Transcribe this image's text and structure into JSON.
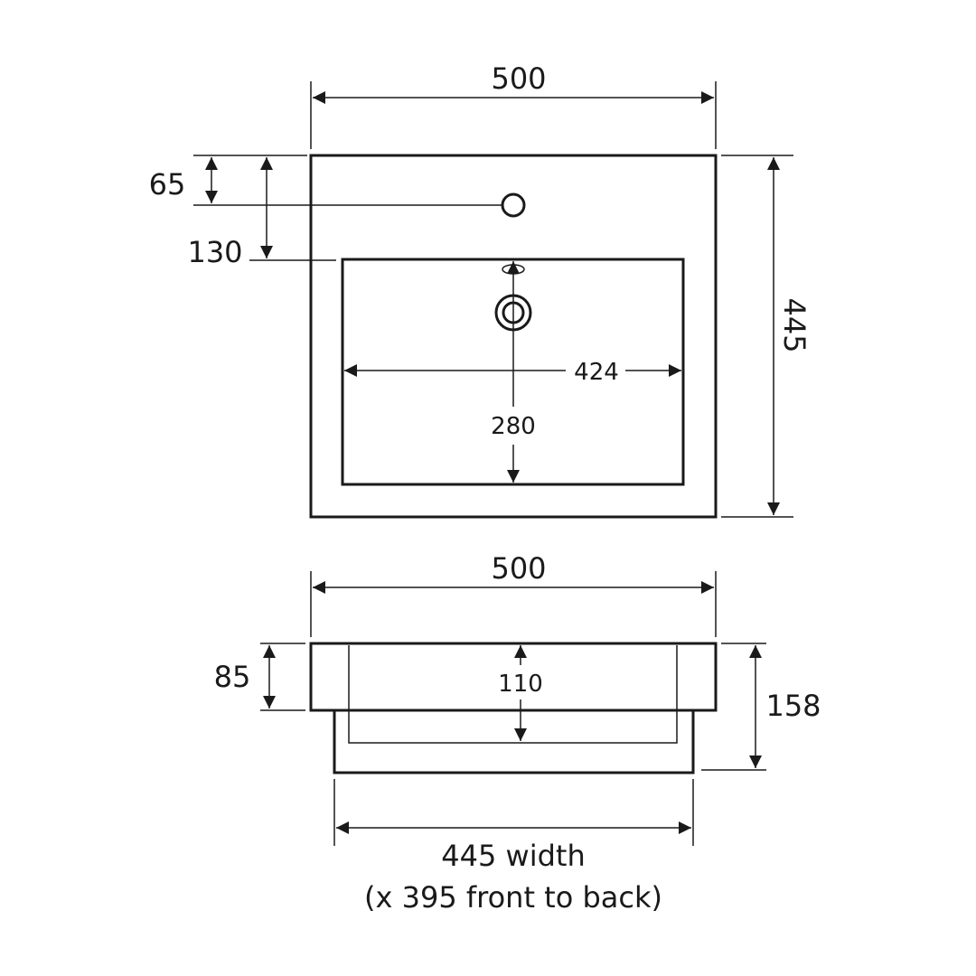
{
  "top_view": {
    "width_label": "500",
    "depth_label": "445",
    "tap_offset_label": "65",
    "bowl_offset_label": "130",
    "bowl_width_label": "424",
    "bowl_depth_label": "280"
  },
  "front_view": {
    "width_label": "500",
    "rim_height_label": "85",
    "bowl_depth_label": "110",
    "total_height_label": "158",
    "base_width_label": "445 width",
    "base_depth_label": "(x 395 front to back)"
  },
  "colors": {
    "line": "#1a1a1a",
    "background": "#ffffff"
  }
}
